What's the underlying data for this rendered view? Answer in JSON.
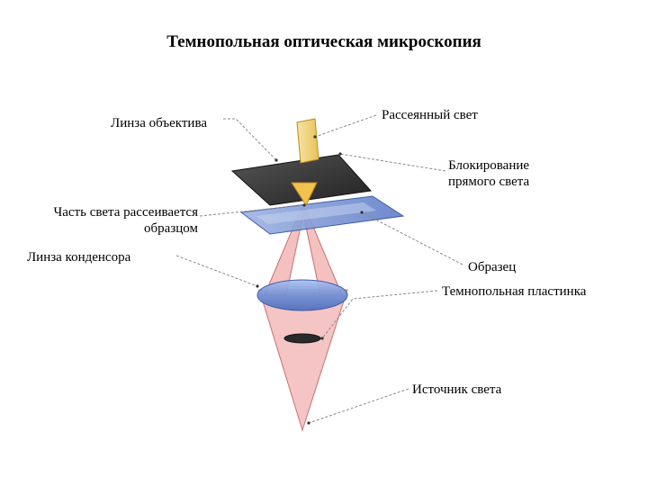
{
  "title": "Темнопольная оптическая микроскопия",
  "labels": {
    "objective_lens": "Линза объектива",
    "scattered_light": "Рассеянный свет",
    "blocking_direct_light_line1": "Блокирование",
    "blocking_direct_light_line2": "прямого света",
    "scattered_by_sample_line1": "Часть света рассеивается",
    "scattered_by_sample_line2": "образцом",
    "condenser_lens": "Линза конденсора",
    "sample": "Образец",
    "darkfield_plate": "Темнопольная пластинка",
    "light_source": "Источник света"
  },
  "colors": {
    "light_cone": "#f2b0b0",
    "light_cone_edge": "#c97070",
    "scattered_beam": "#f2d27a",
    "blocker_plate": "#3a3a3a",
    "sample_slide": "#7d98d6",
    "condenser_lens": "#6e8fd6",
    "darkfield_plate": "#2a2a2a",
    "leader_line": "#888888"
  }
}
